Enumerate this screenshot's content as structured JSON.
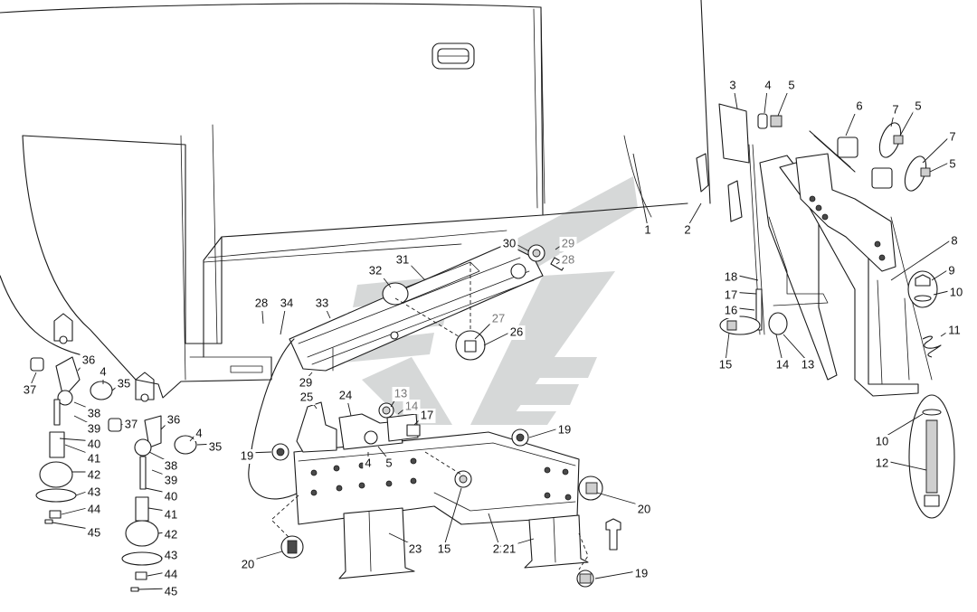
{
  "watermark": {
    "color": "#d6d8d8",
    "icon": "manufacturer-logo-icon"
  },
  "callouts": [
    {
      "id": "c1",
      "text": "1",
      "gray": false
    },
    {
      "id": "c2",
      "text": "2",
      "gray": false
    },
    {
      "id": "c3",
      "text": "3",
      "gray": false
    },
    {
      "id": "c4a",
      "text": "4",
      "gray": false
    },
    {
      "id": "c5a",
      "text": "5",
      "gray": false
    },
    {
      "id": "c6",
      "text": "6",
      "gray": false
    },
    {
      "id": "c7a",
      "text": "7",
      "gray": false
    },
    {
      "id": "c5b",
      "text": "5",
      "gray": false
    },
    {
      "id": "c7b",
      "text": "7",
      "gray": false
    },
    {
      "id": "c5c",
      "text": "5",
      "gray": false
    },
    {
      "id": "c8",
      "text": "8",
      "gray": false
    },
    {
      "id": "c9",
      "text": "9",
      "gray": false
    },
    {
      "id": "c10a",
      "text": "10",
      "gray": false
    },
    {
      "id": "c11",
      "text": "11",
      "gray": false
    },
    {
      "id": "c10b",
      "text": "10",
      "gray": false
    },
    {
      "id": "c12",
      "text": "12",
      "gray": false
    },
    {
      "id": "c18",
      "text": "18",
      "gray": false
    },
    {
      "id": "c17a",
      "text": "17",
      "gray": false
    },
    {
      "id": "c16",
      "text": "16",
      "gray": false
    },
    {
      "id": "c15a",
      "text": "15",
      "gray": false
    },
    {
      "id": "c14a",
      "text": "14",
      "gray": false
    },
    {
      "id": "c13a",
      "text": "13",
      "gray": false
    },
    {
      "id": "c30",
      "text": "30",
      "gray": false
    },
    {
      "id": "c29a",
      "text": "29",
      "gray": true
    },
    {
      "id": "c28a",
      "text": "28",
      "gray": true
    },
    {
      "id": "c31",
      "text": "31",
      "gray": false
    },
    {
      "id": "c32",
      "text": "32",
      "gray": false
    },
    {
      "id": "c33",
      "text": "33",
      "gray": false
    },
    {
      "id": "c27",
      "text": "27",
      "gray": true
    },
    {
      "id": "c26",
      "text": "26",
      "gray": false
    },
    {
      "id": "c28b",
      "text": "28",
      "gray": false
    },
    {
      "id": "c34",
      "text": "34",
      "gray": false
    },
    {
      "id": "c29b",
      "text": "29",
      "gray": false
    },
    {
      "id": "c25",
      "text": "25",
      "gray": false
    },
    {
      "id": "c24",
      "text": "24",
      "gray": false
    },
    {
      "id": "c13b",
      "text": "13",
      "gray": true
    },
    {
      "id": "c14b",
      "text": "14",
      "gray": true
    },
    {
      "id": "c17b",
      "text": "17",
      "gray": false
    },
    {
      "id": "c19a",
      "text": "19",
      "gray": false
    },
    {
      "id": "c19b",
      "text": "19",
      "gray": false
    },
    {
      "id": "c4b",
      "text": "4",
      "gray": false
    },
    {
      "id": "c5d",
      "text": "5",
      "gray": false
    },
    {
      "id": "c20a",
      "text": "20",
      "gray": false
    },
    {
      "id": "c20b",
      "text": "20",
      "gray": false
    },
    {
      "id": "c23",
      "text": "23",
      "gray": false
    },
    {
      "id": "c15b",
      "text": "15",
      "gray": false
    },
    {
      "id": "c22",
      "text": "22",
      "gray": false
    },
    {
      "id": "c21",
      "text": "21",
      "gray": false
    },
    {
      "id": "c19c",
      "text": "19",
      "gray": false
    },
    {
      "id": "c36a",
      "text": "36",
      "gray": false
    },
    {
      "id": "c4c",
      "text": "4",
      "gray": false
    },
    {
      "id": "c35a",
      "text": "35",
      "gray": false
    },
    {
      "id": "c37a",
      "text": "37",
      "gray": false
    },
    {
      "id": "c38a",
      "text": "38",
      "gray": false
    },
    {
      "id": "c39a",
      "text": "39",
      "gray": false
    },
    {
      "id": "c40a",
      "text": "40",
      "gray": false
    },
    {
      "id": "c41a",
      "text": "41",
      "gray": false
    },
    {
      "id": "c42a",
      "text": "42",
      "gray": false
    },
    {
      "id": "c43a",
      "text": "43",
      "gray": false
    },
    {
      "id": "c44a",
      "text": "44",
      "gray": false
    },
    {
      "id": "c45a",
      "text": "45",
      "gray": false
    },
    {
      "id": "c37b",
      "text": "37",
      "gray": false
    },
    {
      "id": "c36b",
      "text": "36",
      "gray": false
    },
    {
      "id": "c4d",
      "text": "4",
      "gray": false
    },
    {
      "id": "c35b",
      "text": "35",
      "gray": false
    },
    {
      "id": "c38b",
      "text": "38",
      "gray": false
    },
    {
      "id": "c39b",
      "text": "39",
      "gray": false
    },
    {
      "id": "c40b",
      "text": "40",
      "gray": false
    },
    {
      "id": "c41b",
      "text": "41",
      "gray": false
    },
    {
      "id": "c42b",
      "text": "42",
      "gray": false
    },
    {
      "id": "c43b",
      "text": "43",
      "gray": false
    },
    {
      "id": "c44b",
      "text": "44",
      "gray": false
    },
    {
      "id": "c45b",
      "text": "45",
      "gray": false
    }
  ]
}
